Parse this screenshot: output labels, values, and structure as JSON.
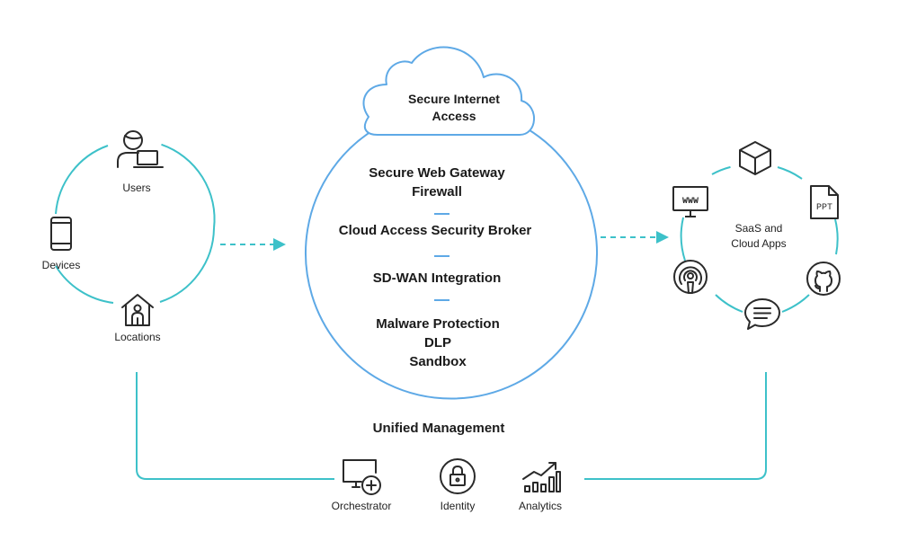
{
  "colors": {
    "teal": "#3dc1c9",
    "blue": "#5ea9e6",
    "ink": "#2a2a2a"
  },
  "cloud": {
    "label_line1": "Secure Internet",
    "label_line2": "Access"
  },
  "center": {
    "groups": [
      {
        "lines": [
          "Secure Web Gateway",
          "Firewall"
        ]
      },
      {
        "lines": [
          "Cloud Access Security Broker"
        ]
      },
      {
        "lines": [
          "SD-WAN Integration"
        ]
      },
      {
        "lines": [
          "Malware Protection",
          "DLP",
          "Sandbox"
        ]
      }
    ]
  },
  "left": {
    "users_label": "Users",
    "devices_label": "Devices",
    "locations_label": "Locations"
  },
  "right": {
    "label_line1": "SaaS and",
    "label_line2": "Cloud Apps",
    "www_text": "WWW",
    "ppt_text": "PPT"
  },
  "bottom": {
    "title": "Unified Management",
    "orchestrator_label": "Orchestrator",
    "identity_label": "Identity",
    "analytics_label": "Analytics"
  },
  "icons": {
    "user": "user-laptop-icon",
    "device": "smartphone-icon",
    "location": "house-person-icon",
    "box": "cube-icon",
    "www": "www-monitor-icon",
    "ppt": "ppt-file-icon",
    "podcast": "podcast-icon",
    "github": "github-icon",
    "chat": "chat-bubble-icon",
    "orchestrator": "monitor-plus-icon",
    "identity": "lock-icon",
    "analytics": "analytics-chart-icon"
  }
}
